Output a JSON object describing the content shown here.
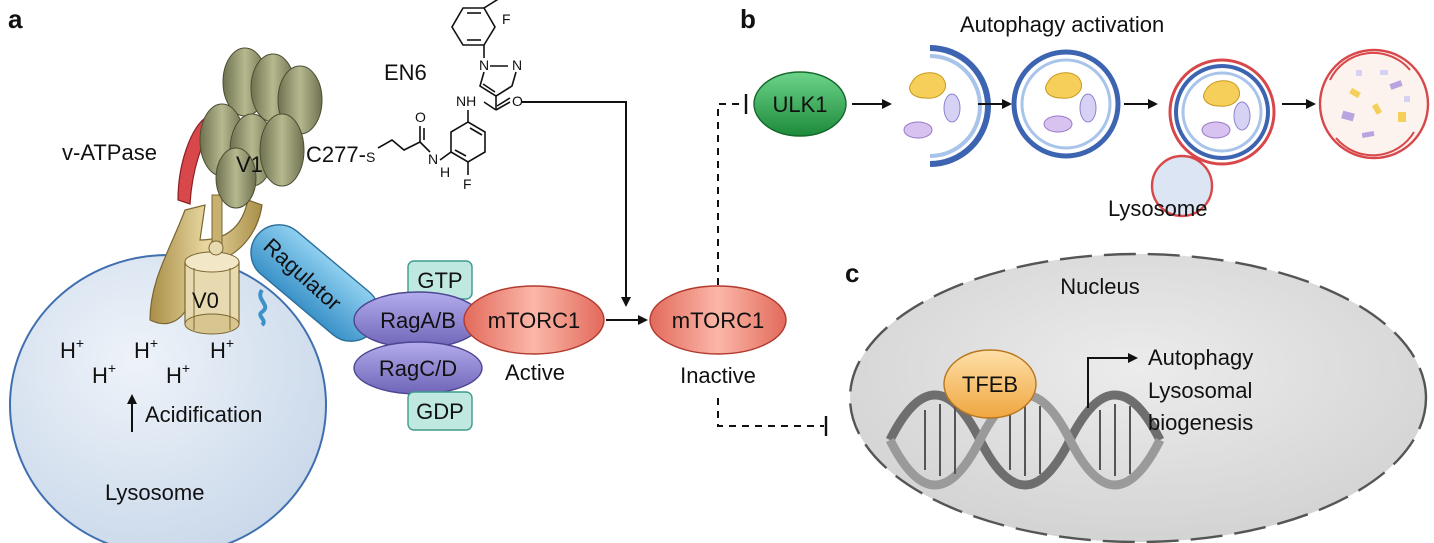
{
  "panels": {
    "a": "a",
    "b": "b",
    "c": "c"
  },
  "compound": {
    "name": "EN6",
    "residue": "C277-",
    "atoms": {
      "fluoro_top": "F",
      "fluoro_bottom": "F",
      "n_ring": "N",
      "n_ring2": "N",
      "amide_nh": "NH",
      "amide_o": "O",
      "link_s": "S",
      "link_nh": "N",
      "link_h": "H",
      "link_o": "O"
    }
  },
  "lysosome_panel": {
    "vatpase": "v-ATPase",
    "v1": "V1",
    "v0": "V0",
    "ragulator": "Ragulator",
    "protons": [
      "H",
      "H",
      "H",
      "H",
      "H"
    ],
    "proton_charge": "+",
    "acidification": "Acidification",
    "lysosome": "Lysosome"
  },
  "rag_complex": {
    "gtp": "GTP",
    "rag_ab": "RagA/B",
    "rag_cd": "RagC/D",
    "gdp": "GDP"
  },
  "mtorc1": {
    "active_name": "mTORC1",
    "active_state": "Active",
    "inactive_name": "mTORC1",
    "inactive_state": "Inactive"
  },
  "autophagy_panel": {
    "title": "Autophagy activation",
    "ulk1": "ULK1",
    "lysosome": "Lysosome"
  },
  "nucleus_panel": {
    "nucleus": "Nucleus",
    "tfeb": "TFEB",
    "outputs": [
      "Autophagy",
      "Lysosomal",
      "biogenesis"
    ]
  },
  "colors": {
    "lysosome_fill": "#d9e5f2",
    "lysosome_stroke": "#3f6faf",
    "ragulator": "#5aaad6",
    "rag": "#8a82cc",
    "gtp_box": "#bfe8e0",
    "mtorc1": "#f07a6a",
    "ulk1": "#2aa84a",
    "tfeb": "#f8c26a",
    "nucleus": "#dcdcdc",
    "vatpase_gold": "#c8b070",
    "v1_olive": "#8a8c62",
    "membrane_blue": "#3d64b0",
    "membrane_red": "#d8474a"
  }
}
